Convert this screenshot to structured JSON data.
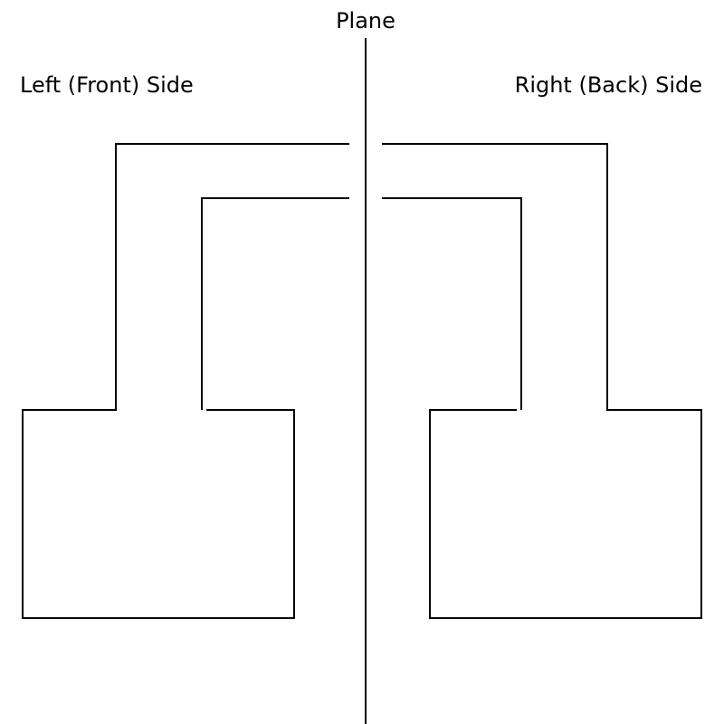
{
  "labels": {
    "plane": "Plane",
    "left_side": "Left (Front) Side",
    "right_side": "Right (Back) Side"
  },
  "colors": {
    "line": "#000000",
    "background": "#ffffff"
  }
}
